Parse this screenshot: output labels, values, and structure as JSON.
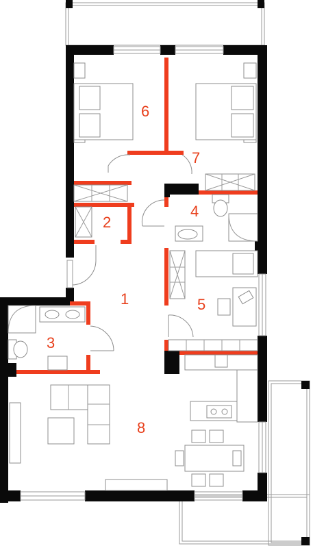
{
  "rooms": [
    {
      "id": "1",
      "label": "1"
    },
    {
      "id": "2",
      "label": "2"
    },
    {
      "id": "3",
      "label": "3"
    },
    {
      "id": "4",
      "label": "4"
    },
    {
      "id": "5",
      "label": "5"
    },
    {
      "id": "6",
      "label": "6"
    },
    {
      "id": "7",
      "label": "7"
    },
    {
      "id": "8",
      "label": "8"
    }
  ],
  "colors": {
    "wall": "#0a0a0a",
    "partition": "#ef3d1e",
    "label": "#e8401c",
    "furniture": "#8c8c8c"
  }
}
